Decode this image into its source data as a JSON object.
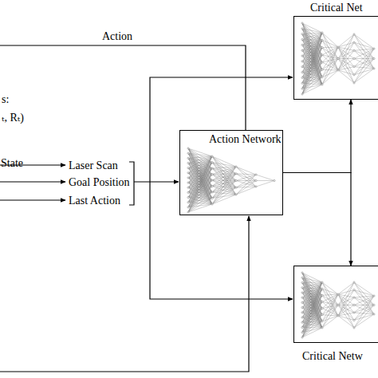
{
  "diagram": {
    "nodes": [
      {
        "text": [
          "Critical Net"
        ]
      },
      {
        "text": [
          "Action Network"
        ]
      },
      {
        "text": [
          "Critical Netw"
        ]
      }
    ],
    "edges": [
      {
        "from": 1,
        "to": 0,
        "arrow": "to"
      },
      {
        "from": 1,
        "to": 2,
        "arrow": "to"
      }
    ],
    "labels": [
      "Action",
      "s:",
      "ₜ, Rₜ)",
      "State",
      "Laser Scan",
      "Goal Position",
      "Last Action"
    ]
  }
}
